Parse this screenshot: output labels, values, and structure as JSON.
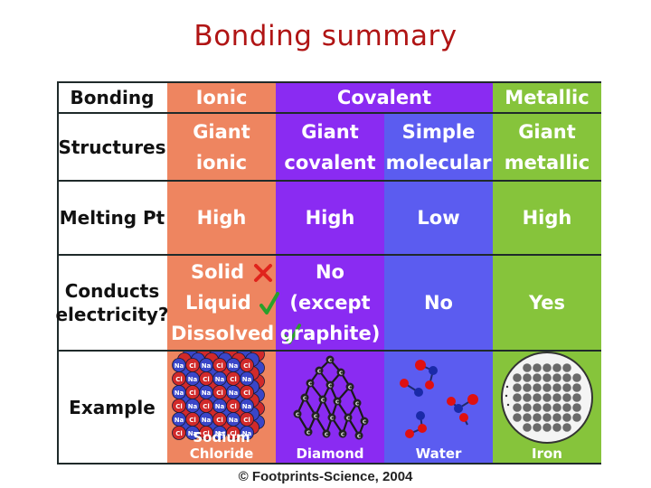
{
  "title": "Bonding summary",
  "table": {
    "row_headers": {
      "bonding": "Bonding",
      "structures": "Structures",
      "melting": "Melting Pt",
      "conducts_1": "Conducts",
      "conducts_2": "electricity?",
      "example": "Example"
    },
    "bonding": {
      "ionic": "Ionic",
      "covalent": "Covalent",
      "metallic": "Metallic"
    },
    "structures": {
      "giant_ionic_1": "Giant",
      "giant_ionic_2": "ionic",
      "giant_covalent_1": "Giant",
      "giant_covalent_2": "covalent",
      "simple_molecular_1": "Simple",
      "simple_molecular_2": "molecular",
      "giant_metallic_1": "Giant",
      "giant_metallic_2": "metallic"
    },
    "melting": {
      "ionic": "High",
      "giant_covalent": "High",
      "simple_molecular": "Low",
      "metallic": "High"
    },
    "conducts": {
      "ionic_solid": "Solid",
      "ionic_liquid": "Liquid",
      "ionic_dissolved": "Dissolved",
      "giant_covalent_1": "No",
      "giant_covalent_2": "(except",
      "giant_covalent_3": "graphite)",
      "simple_molecular": "No",
      "metallic": "Yes"
    },
    "examples": {
      "ionic": "Sodium Chloride",
      "giant_covalent": "Diamond",
      "simple_molecular": "Water",
      "metallic": "Iron"
    },
    "lattice_labels": {
      "na": "Na",
      "cl": "Cl",
      "c": "C"
    }
  },
  "colors": {
    "ionic": "#ee8560",
    "covalent": "#8a2bf2",
    "simple": "#5b5cf0",
    "metallic": "#86c43b",
    "cross": "#e0241c",
    "tick": "#2aa02a"
  },
  "icons": {
    "solid": "cross-mark-icon",
    "liquid": "check-mark-icon",
    "dissolved": "check-mark-icon"
  },
  "footer": "© Footprints-Science, 2004"
}
